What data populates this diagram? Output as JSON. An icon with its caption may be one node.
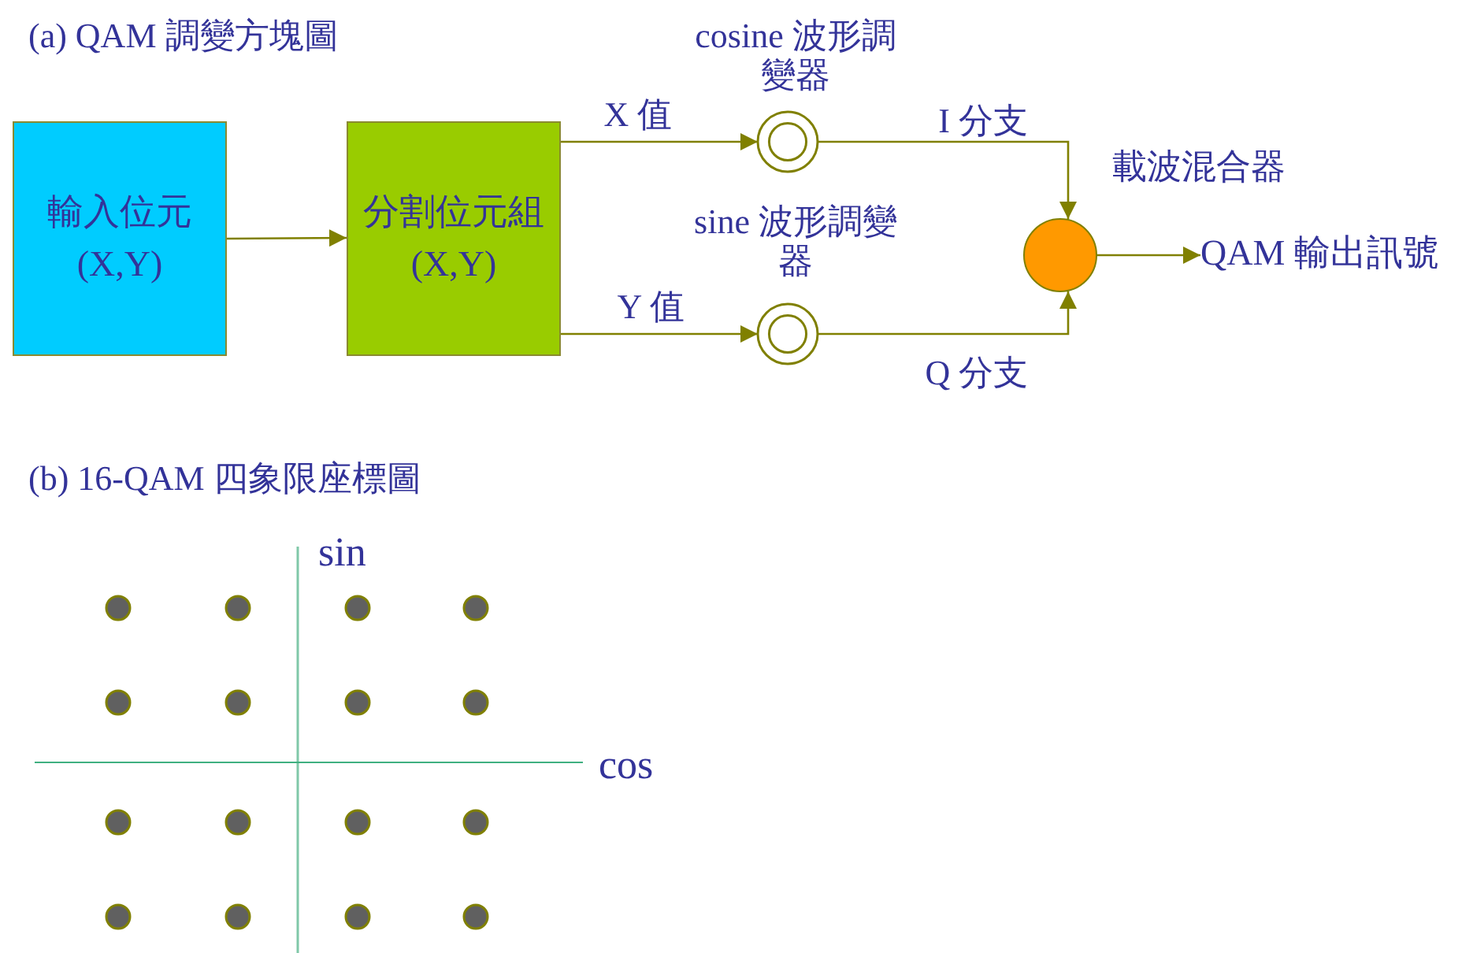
{
  "diagram": {
    "title": "(a) QAM 調變方塊圖",
    "nodes": [
      {
        "text": [
          "輸入位元 (X,Y)"
        ]
      },
      {
        "text": [
          "分割位元組(X,Y)"
        ]
      },
      {
        "text": [
          "cosine 波形調變器"
        ]
      },
      {
        "text": [
          "sine 波形調變器"
        ]
      },
      {
        "text": [
          "載波混合器"
        ]
      },
      {
        "text": [
          "QAM 輸出訊號"
        ]
      }
    ],
    "edges": [
      {
        "from": 0,
        "to": 1,
        "arrow": "to"
      },
      {
        "from": 1,
        "to": 2,
        "arrow": "to",
        "label": "X 值"
      },
      {
        "from": 1,
        "to": 3,
        "arrow": "to",
        "label": "Y 值"
      },
      {
        "from": 2,
        "to": 4,
        "arrow": "to",
        "label": "I 分支"
      },
      {
        "from": 3,
        "to": 4,
        "arrow": "to",
        "label": "Q 分支"
      },
      {
        "from": 4,
        "to": 5,
        "arrow": "to"
      }
    ],
    "labels": [
      "(b) 16-QAM 四象限座標圖",
      "sin",
      "cos"
    ]
  }
}
